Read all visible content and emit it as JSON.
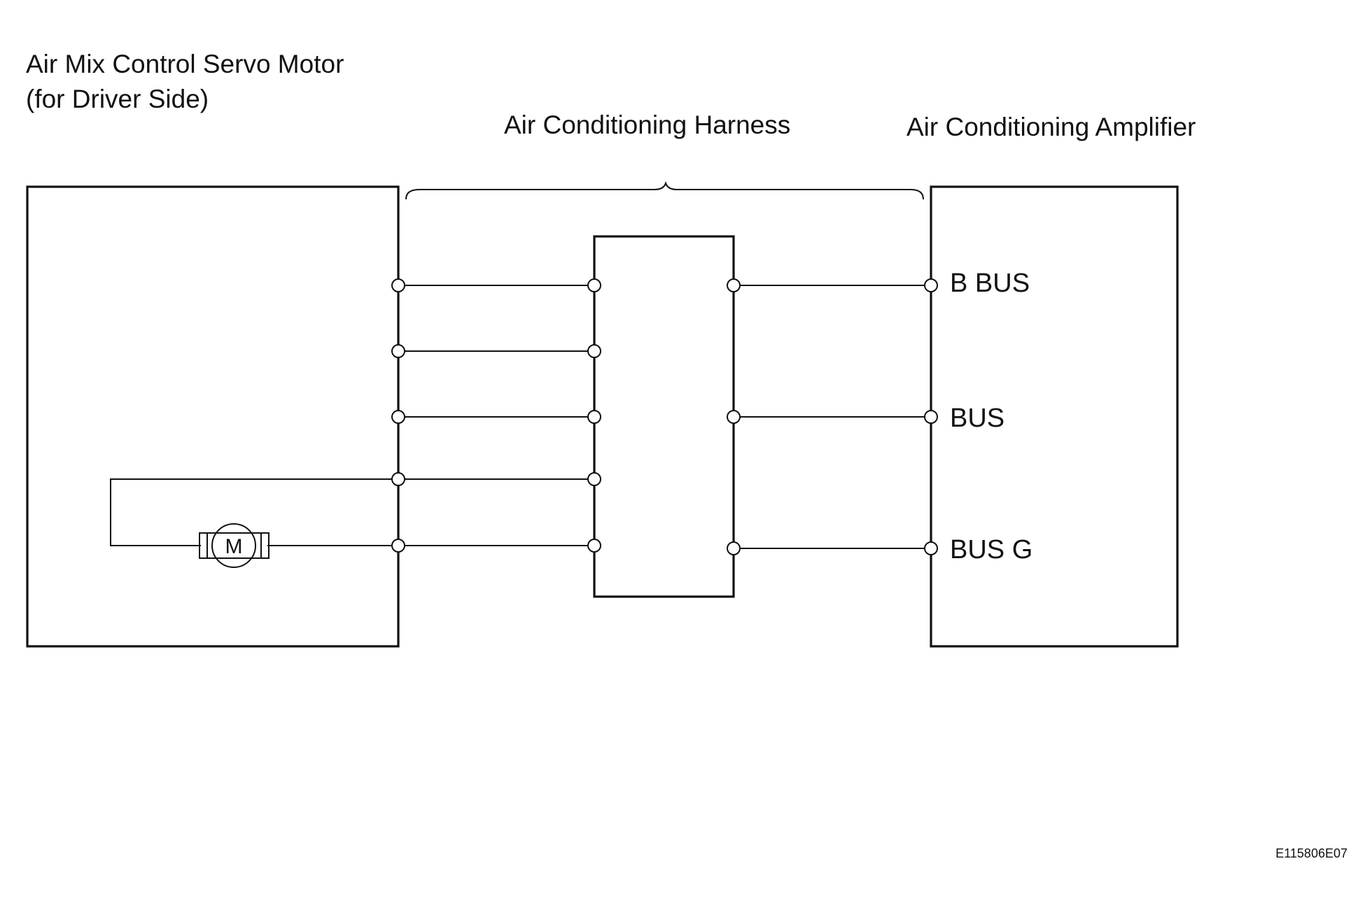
{
  "servo_motor": {
    "title_line1": "Air Mix Control Servo Motor",
    "title_line2": "(for Driver Side)",
    "motor_symbol": "M"
  },
  "harness": {
    "title": "Air Conditioning Harness"
  },
  "amplifier": {
    "title": "Air Conditioning Amplifier",
    "terminals": [
      "B BUS",
      "BUS",
      "BUS G"
    ]
  },
  "figure_code": "E115806E07"
}
